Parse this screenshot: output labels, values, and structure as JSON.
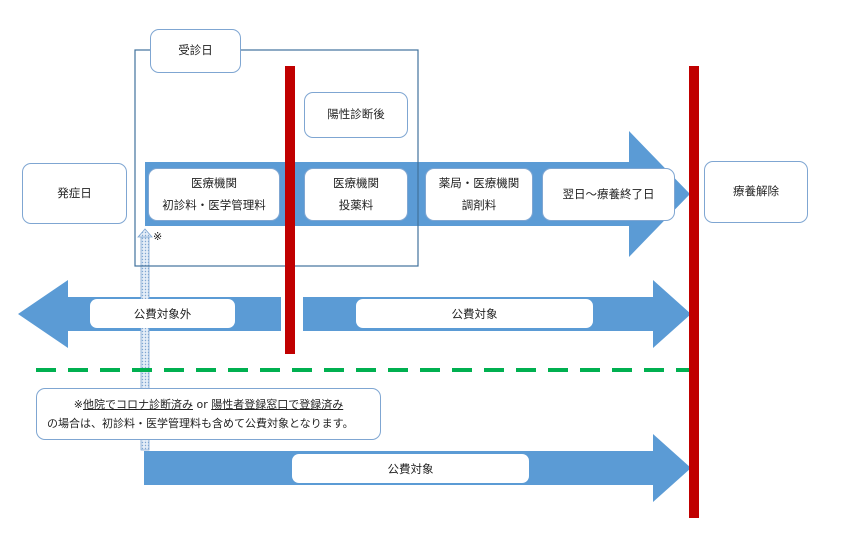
{
  "colors": {
    "arrow_fill": "#5b9bd5",
    "deadline_bar": "#c00000",
    "divider": "#00b050",
    "box_border": "#7fa6d2",
    "frame_border": "#41719c"
  },
  "frame": {
    "label": "受診日"
  },
  "positive_label": "陽性診断後",
  "onset": {
    "label": "発症日"
  },
  "release": {
    "label": "療養解除"
  },
  "timeline": [
    {
      "line1": "医療機関",
      "line2": "初診料・医学管理料"
    },
    {
      "line1": "医療機関",
      "line2": "投薬料"
    },
    {
      "line1": "薬局・医療機関",
      "line2": "調剤料"
    },
    {
      "line1": "翌日～療養終了日",
      "line2": ""
    }
  ],
  "coverage": {
    "not_covered": "公費対象外",
    "covered": "公費対象",
    "covered_bottom": "公費対象"
  },
  "asterisk": "※",
  "note": {
    "prefix": "※",
    "link1": "他院でコロナ診断済み",
    "connector": " or ",
    "link2": "陽性者登録窓口で登録済み",
    "line2": "の場合は、初診料・医学管理料も含めて公費対象となります。"
  }
}
